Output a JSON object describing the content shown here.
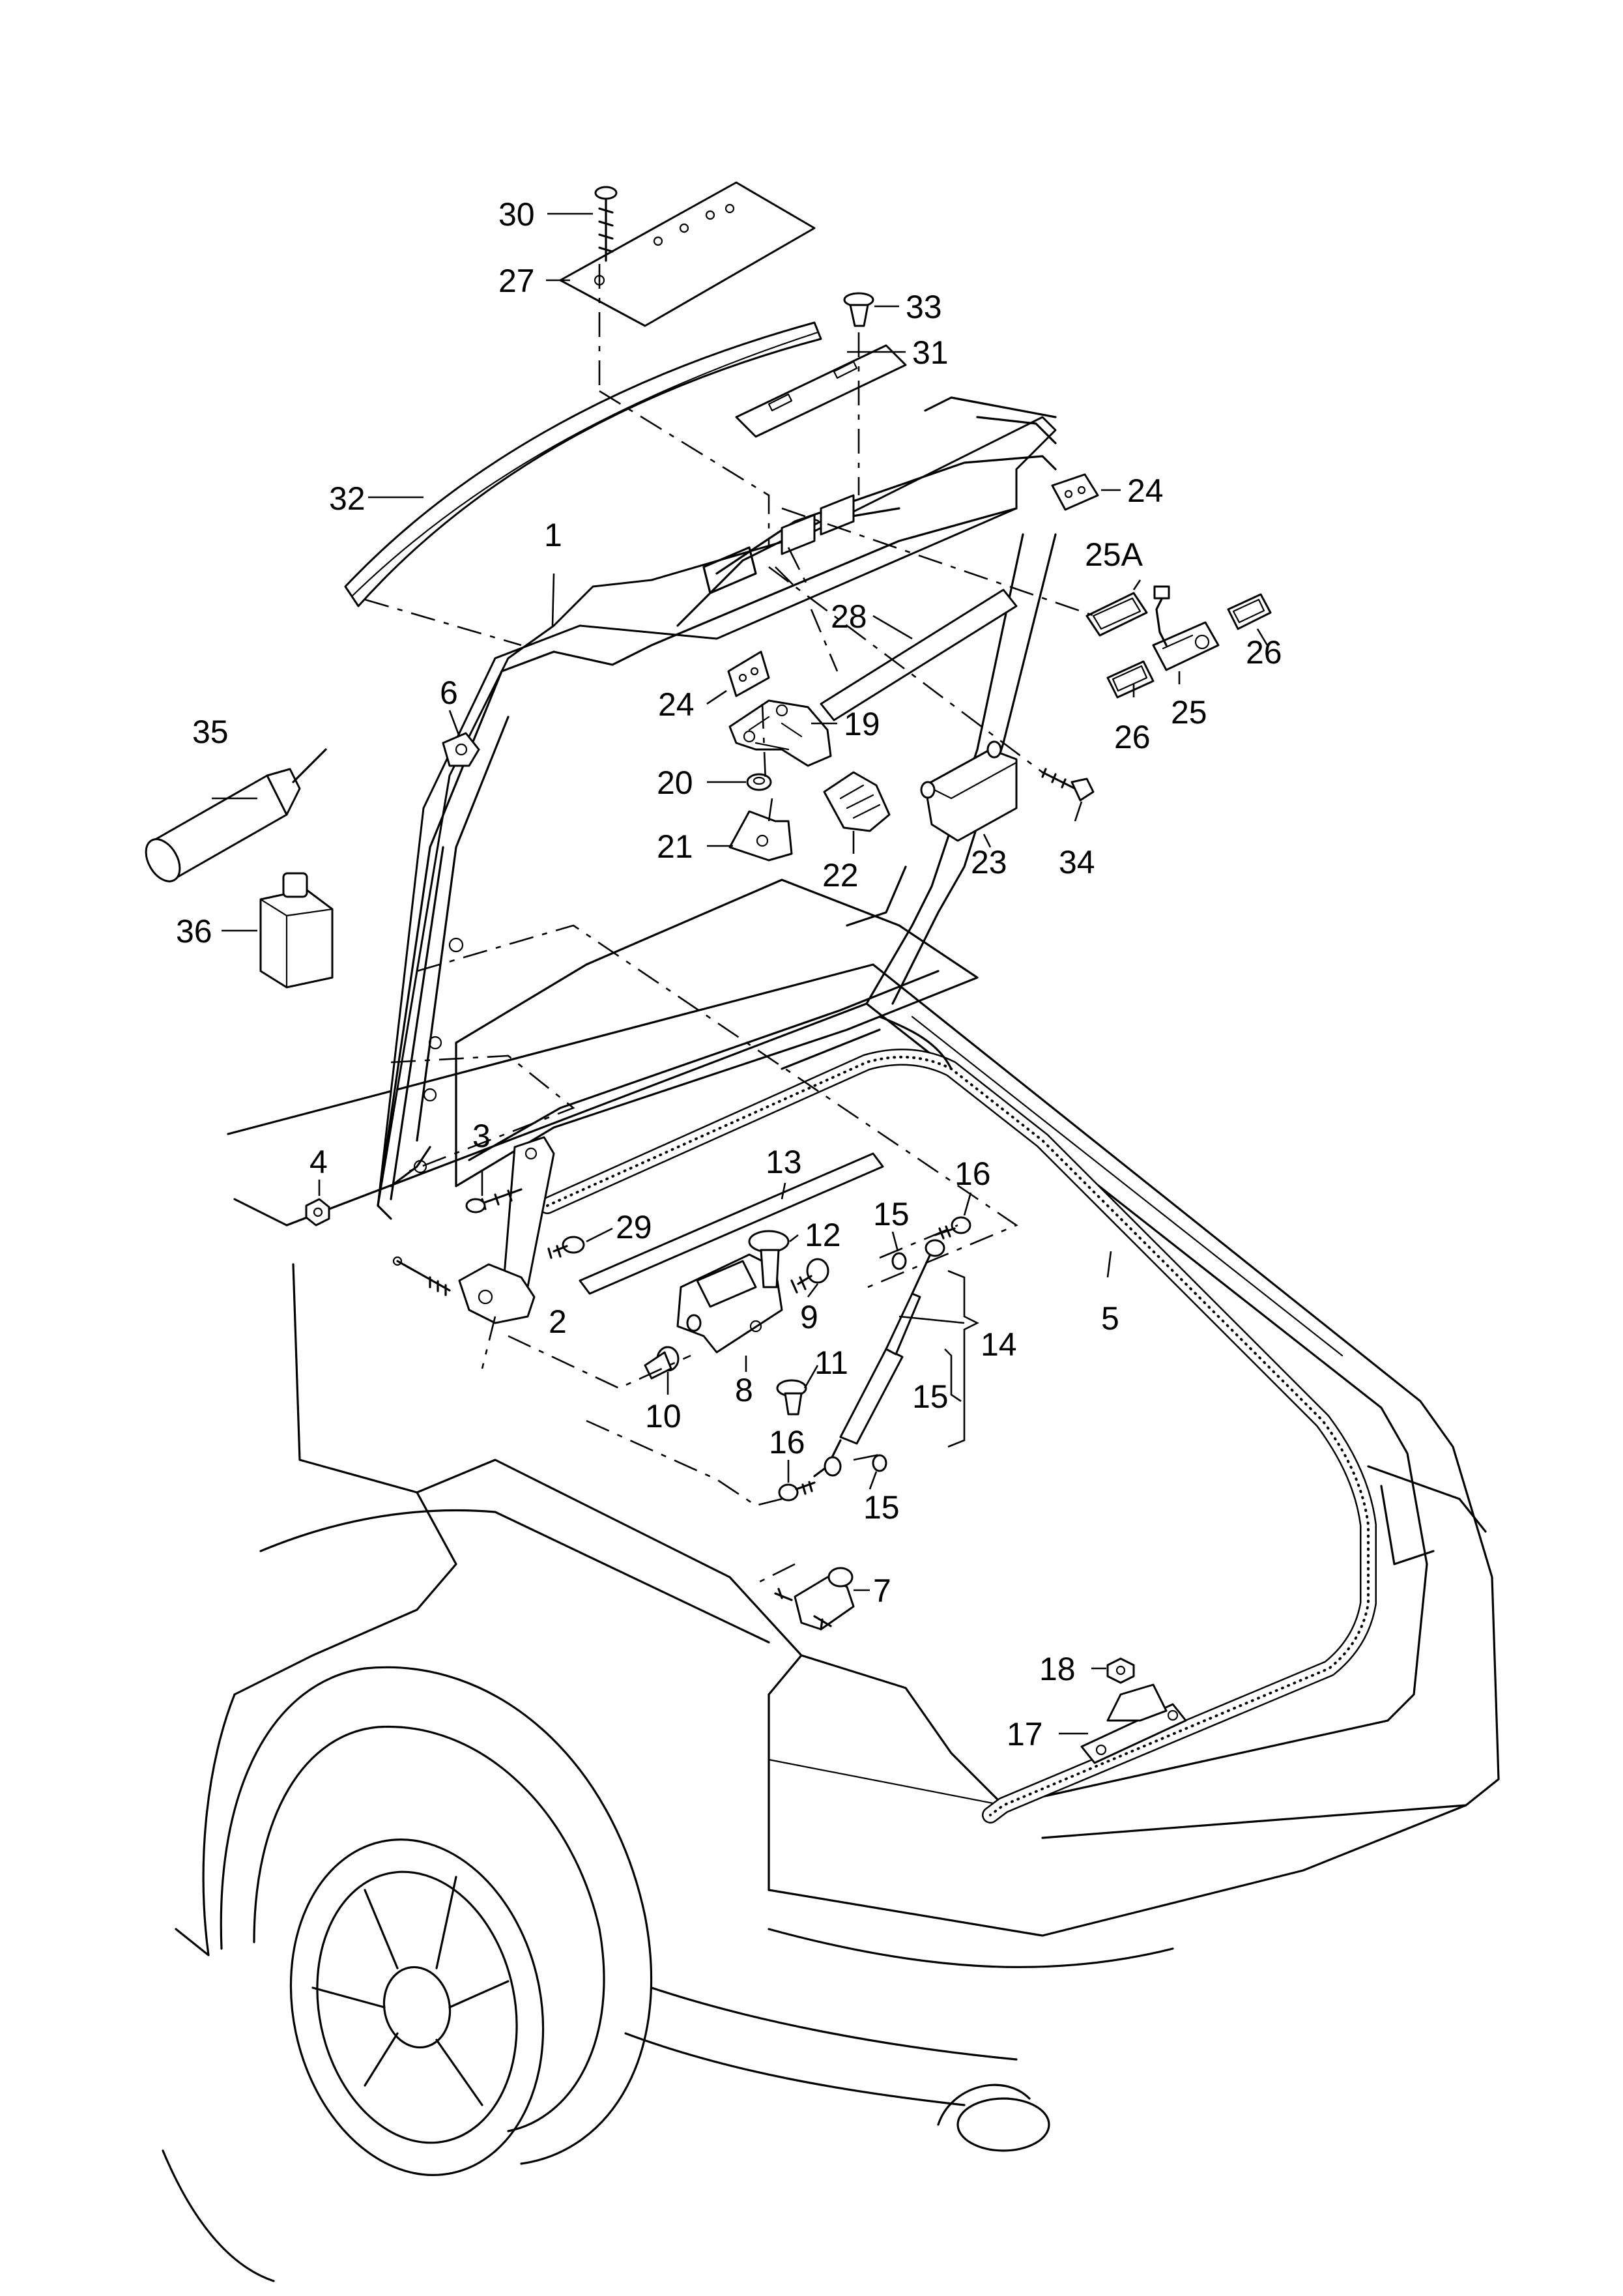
{
  "callouts": {
    "c1": "1",
    "c2": "2",
    "c3": "3",
    "c4": "4",
    "c5": "5",
    "c6": "6",
    "c7": "7",
    "c8": "8",
    "c9": "9",
    "c10": "10",
    "c11": "11",
    "c12": "12",
    "c13": "13",
    "c14": "14",
    "c15a": "15",
    "c15b": "15",
    "c15c": "15",
    "c16a": "16",
    "c16b": "16",
    "c17": "17",
    "c18": "18",
    "c19": "19",
    "c20": "20",
    "c21": "21",
    "c22": "22",
    "c23": "23",
    "c24a": "24",
    "c24b": "24",
    "c25": "25",
    "c25a": "25A",
    "c26a": "26",
    "c26b": "26",
    "c27": "27",
    "c28": "28",
    "c29": "29",
    "c30": "30",
    "c31": "31",
    "c32": "32",
    "c33": "33",
    "c34": "34",
    "c35": "35",
    "c36": "36"
  }
}
